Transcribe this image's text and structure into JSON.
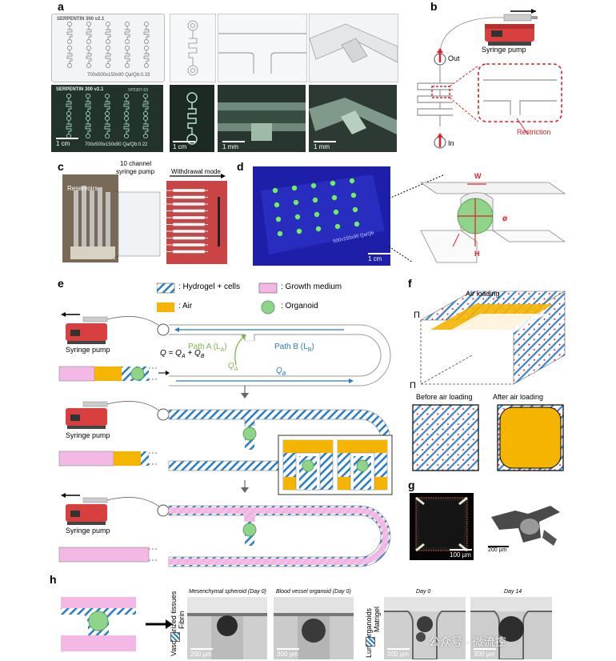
{
  "panel_labels": {
    "a": "a",
    "b": "b",
    "c": "c",
    "d": "d",
    "e": "e",
    "f": "f",
    "g": "g",
    "h": "h"
  },
  "panel_a": {
    "chip_title": "SERPENTIN 300 v2.1",
    "chip_caption": "700x500x150x90 Qa/Qb:0.33",
    "photo_chip_title": "SERPENTIN 300 v2.1",
    "photo_chip_code": "VP2307-03",
    "photo_chip_caption": "700x500x150x90 Qa/Qb:0.22",
    "scale_1": "1 cm",
    "scale_2": "1 cm",
    "scale_3": "1 mm",
    "scale_4": "1 mm"
  },
  "panel_b": {
    "pump_label": "Syringe pump",
    "out_label": "Out",
    "in_label": "In",
    "restriction_label": "Restriction",
    "red": "#e0202a"
  },
  "panel_c": {
    "reservoirs_label": "Reservoirs",
    "pump_label_1": "10 channel",
    "pump_label_2": "syringe pump",
    "mode_label": "Withdrawal mode"
  },
  "panel_d": {
    "scale": "1 cm",
    "chip_text": "500x150x90 Qa/Qb",
    "w_label": "W",
    "h_label": "H",
    "phi_label": "ø"
  },
  "panel_e": {
    "legend_hydrogel": ": Hydrogel + cells",
    "legend_growth": ": Growth medium",
    "legend_air": ": Air",
    "legend_organoid": ": Organoid",
    "pump_1": "Syringe pump",
    "pump_2": "Syringe pump",
    "pump_3": "Syringe pump",
    "flow_eq": "Q = Q",
    "flow_eq_a": "A",
    "flow_eq_plus": " + Q",
    "flow_eq_b": "B",
    "path_a": "Path A  (L",
    "path_a_sub": "A",
    "path_b": "Path B (L",
    "path_b_sub": "B",
    "qa": "Q",
    "qa_sub": "A",
    "qb": "Q",
    "qb_sub": "B",
    "colors": {
      "green": "#7ab648",
      "blue": "#2b7bbf",
      "pink": "#f4b8e4",
      "air": "#f5b400",
      "hatch": "#2d7fc1"
    }
  },
  "panel_f": {
    "air_loading": "Air loading",
    "pi": "Π",
    "pi_2": "Π",
    "before": "Before air loading",
    "after": "After air loading"
  },
  "panel_g": {
    "scale_1": "100 µm",
    "scale_2": "200 µm"
  },
  "panel_h": {
    "vasc_label": "Vascularized tissues",
    "fibrin_label": "Fibrin",
    "lung_label": "Lung organoids",
    "matrigel_label": "Matrigel",
    "mes_title": "Mesenchymal spheroid (Day 0)",
    "bvo_title": "Blood vessel organoid (Day 0)",
    "day0": "Day 0",
    "day14": "Day 14",
    "scale_1": "200 µm",
    "scale_2": "300 µm",
    "scale_3": "200 µm",
    "scale_4": "300 µm",
    "watermark": "公众号 · 微流控"
  }
}
